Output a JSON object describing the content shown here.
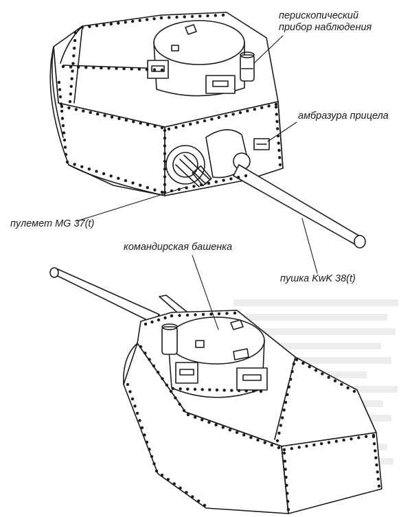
{
  "labels": {
    "periscope_line1": "перископический",
    "periscope_line2": "прибор наблюдения",
    "sight_port": "амбразура прицела",
    "machine_gun": "пулемет MG 37(t)",
    "commander_cupola": "командирская  башенка",
    "main_gun": "пушка KwK 38(t)"
  },
  "colors": {
    "ink": "#1a1a1a",
    "paper": "#ffffff",
    "bleed_through": "#ececec"
  }
}
